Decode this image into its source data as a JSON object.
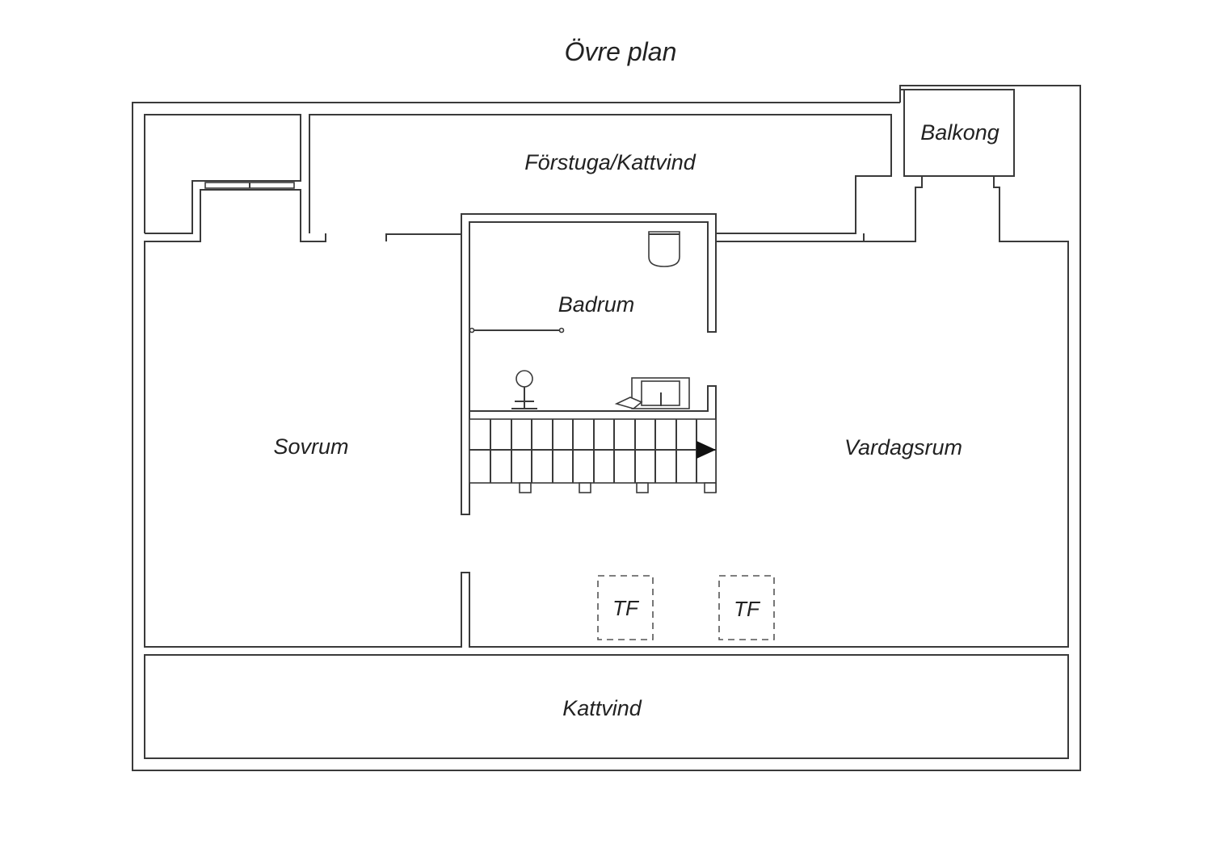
{
  "title": "Övre plan",
  "rooms": {
    "balkong": "Balkong",
    "forstuga": "Förstuga/Kattvind",
    "badrum": "Badrum",
    "sovrum": "Sovrum",
    "vardagsrum": "Vardagsrum",
    "kattvind": "Kattvind"
  },
  "markers": {
    "tf_left": "TF",
    "tf_right": "TF"
  },
  "colors": {
    "line": "#3a3a3a",
    "background": "#ffffff"
  }
}
